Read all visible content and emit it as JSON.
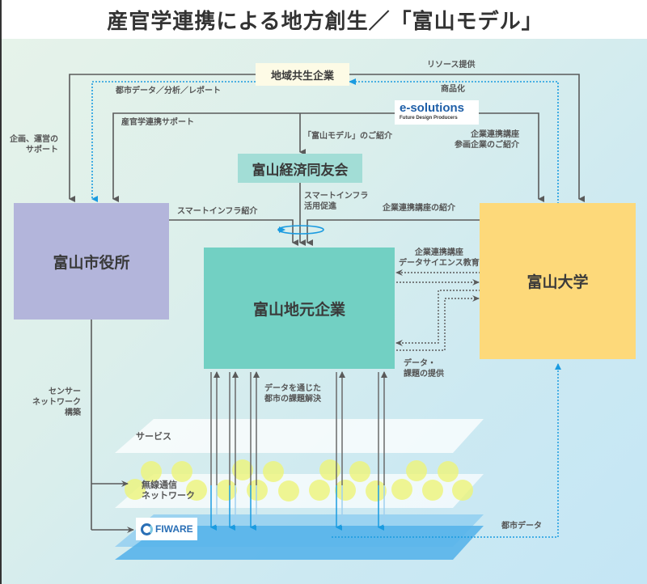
{
  "title": "産官学連携による地方創生／「富山モデル」",
  "nodes": {
    "city_hall": "富山市役所",
    "local_companies": "富山地元企業",
    "university": "富山大学",
    "keizai_doyukai": "富山経済同友会",
    "regional_company": "地域共生企業"
  },
  "logos": {
    "esolutions_main": "e-solutions",
    "esolutions_sub": "Future Design Producers",
    "fiware": "FIWARE"
  },
  "labels": {
    "resource_provision": "リソース提供",
    "commercialization": "商品化",
    "city_data_analysis_report": "都市データ／分析／レポート",
    "industry_gov_academia_support": "産官学連携サポート",
    "planning_operation_support": "企画、運営の\nサポート",
    "toyama_model_intro": "「富山モデル」のご紹介",
    "course_participant_intro": "企業連携講座\n参画企業のご紹介",
    "smart_infra_intro": "スマートインフラ紹介",
    "smart_infra_promotion": "スマートインフラ\n活用促進",
    "course_intro": "企業連携講座の紹介",
    "data_science_education": "企業連携講座\nデータサイエンス教育",
    "data_issue_provision": "データ・\n課題の提供",
    "solve_city_issues": "データを通じた\n都市の課題解決",
    "sensor_network": "センサー\nネットワーク\n構築",
    "service_layer": "サービス",
    "wireless_network": "無線通信\nネットワーク",
    "city_data": "都市データ"
  },
  "colors": {
    "city_hall": "#b3b5db",
    "local_companies": "#72d0c3",
    "university": "#fdd97a",
    "keizai_doyukai": "#a2ddd6",
    "regional_company": "#fdfbe6",
    "arrow_gray": "#5a5a5a",
    "arrow_blue": "#1a9be0",
    "circle_yellow": "#eef57a",
    "platform_blue": "#58b4ea"
  }
}
